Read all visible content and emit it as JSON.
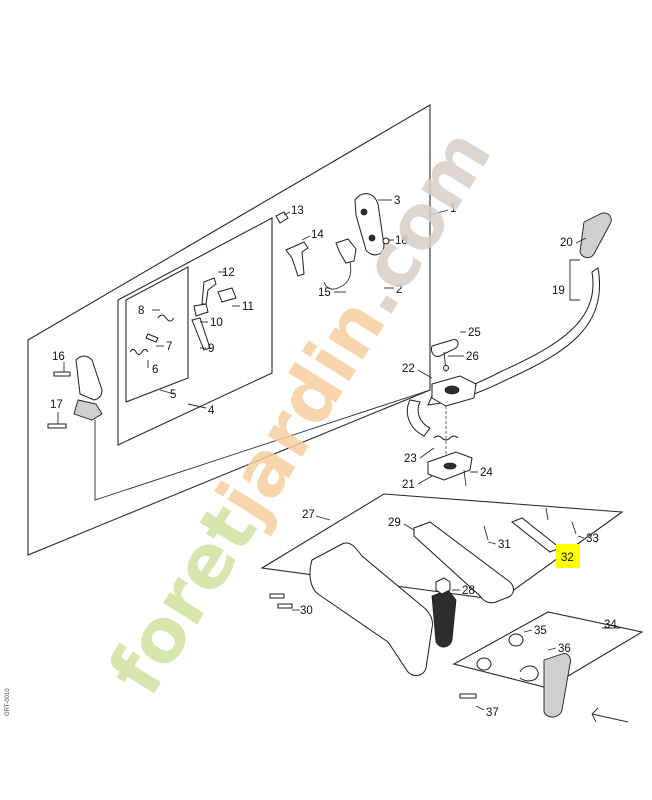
{
  "labels": {
    "p1": "1",
    "p2": "2",
    "p3": "3",
    "p4": "4",
    "p5": "5",
    "p6": "6",
    "p7": "7",
    "p8": "8",
    "p9": "9",
    "p10": "10",
    "p11": "11",
    "p12": "12",
    "p13": "13",
    "p14": "14",
    "p15": "15",
    "p16": "16",
    "p17": "17",
    "p18": "18",
    "p19": "19",
    "p20": "20",
    "p21": "21",
    "p22": "22",
    "p23": "23",
    "p24": "24",
    "p25": "25",
    "p26": "26",
    "p27": "27",
    "p28": "28",
    "p29": "29",
    "p30": "30",
    "p31": "31",
    "p32": "32",
    "p33": "33",
    "p34": "34",
    "p35": "35",
    "p36": "36",
    "p37": "37"
  },
  "highlighted_part": "32",
  "highlight_color": "#ffff00",
  "side_code": "GRT-0010",
  "watermark": {
    "text_part1": "foret",
    "text_part2": "jardin",
    "text_part3": ".com",
    "color_green": "#cfe2a0",
    "color_orange": "#f6cfa0",
    "color_brown": "#d9cfc6"
  }
}
